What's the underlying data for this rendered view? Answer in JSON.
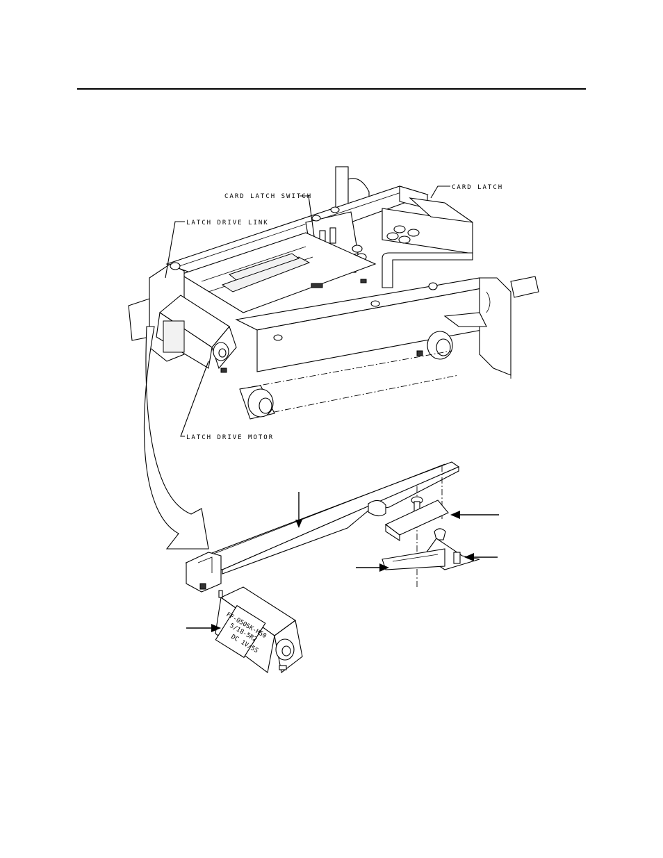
{
  "labels": {
    "card_latch_switch": "CARD LATCH SWITCH",
    "card_latch": "CARD LATCH",
    "latch_drive_link": "LATCH DRIVE LINK",
    "latch_drive_motor": "LATCH DRIVE MOTOR"
  },
  "motor_markings": {
    "line1": "FF-050SK-H50",
    "line2": "5/18-5R2",
    "line3": "DC 1V/5S"
  }
}
